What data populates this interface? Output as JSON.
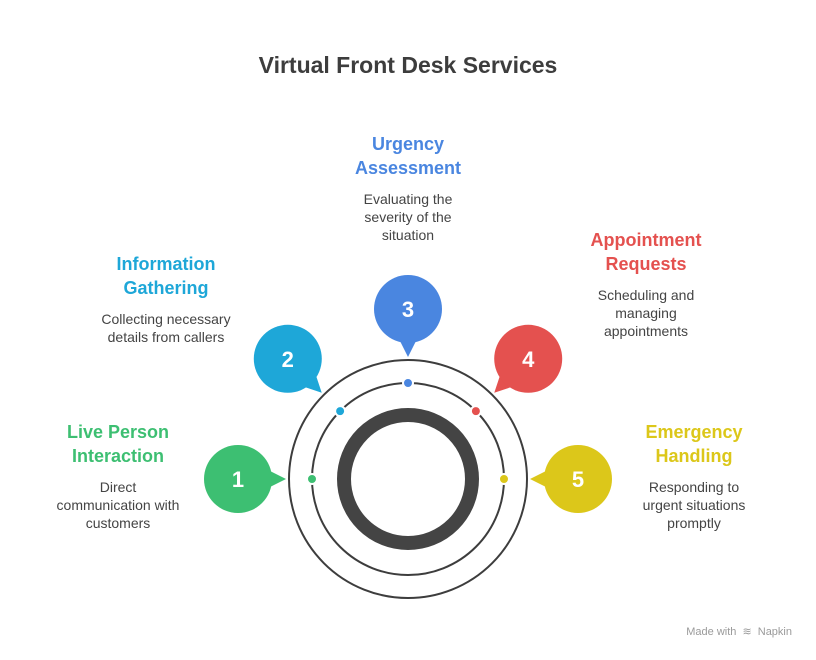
{
  "title": "Virtual Front Desk Services",
  "items": [
    {
      "number": "1",
      "title_line1": "Live Person",
      "title_line2": "Interaction",
      "desc": [
        "Direct",
        "communication with",
        "customers"
      ],
      "color": "#3dbf72"
    },
    {
      "number": "2",
      "title_line1": "Information",
      "title_line2": "Gathering",
      "desc": [
        "Collecting necessary",
        "details from callers"
      ],
      "color": "#1ea7d8"
    },
    {
      "number": "3",
      "title_line1": "Urgency",
      "title_line2": "Assessment",
      "desc": [
        "Evaluating the",
        "severity of the",
        "situation"
      ],
      "color": "#4a86e0"
    },
    {
      "number": "4",
      "title_line1": "Appointment",
      "title_line2": "Requests",
      "desc": [
        "Scheduling and",
        "managing",
        "appointments"
      ],
      "color": "#e4514f"
    },
    {
      "number": "5",
      "title_line1": "Emergency",
      "title_line2": "Handling",
      "desc": [
        "Responding to",
        "urgent situations",
        "promptly"
      ],
      "color": "#dcc71a"
    }
  ],
  "colors": {
    "ring": "#3d3d3d",
    "title": "#3d3d3d"
  },
  "footer": {
    "made_with": "Made with",
    "brand": "Napkin"
  }
}
